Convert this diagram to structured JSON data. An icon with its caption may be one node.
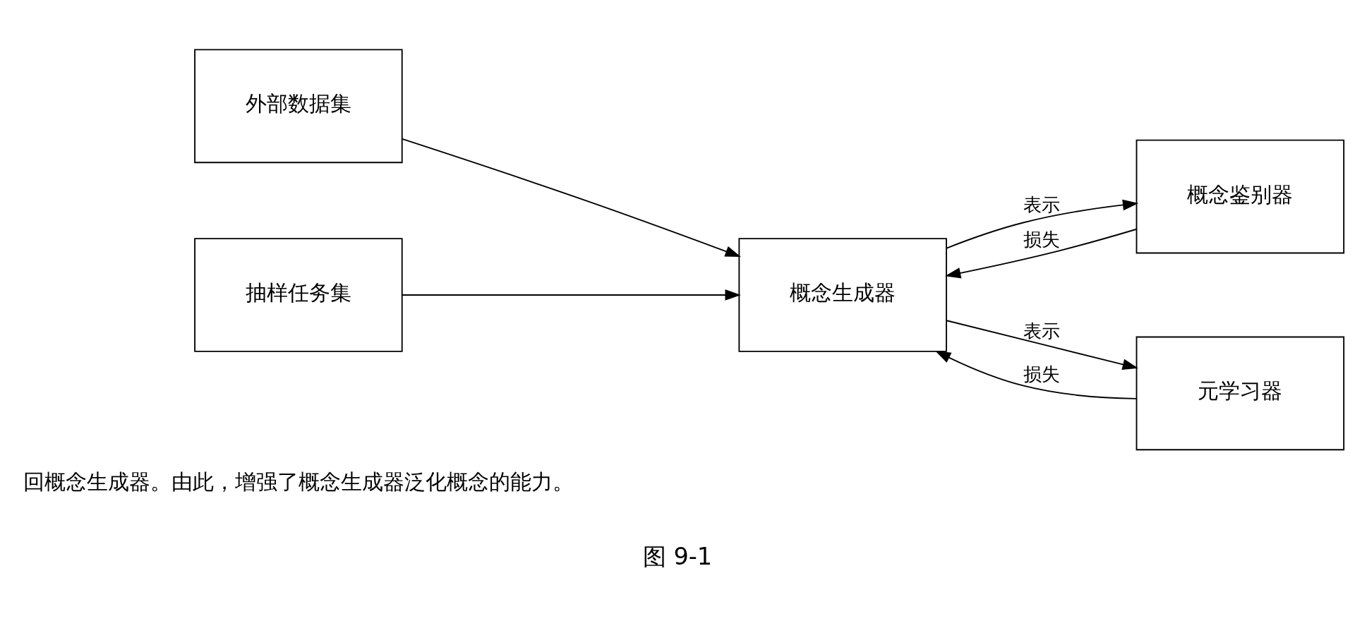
{
  "diagram": {
    "caption": "图 9-1",
    "nodes": [
      {
        "text": [
          "外部数据集"
        ]
      },
      {
        "text": [
          "概念鉴别器"
        ]
      },
      {
        "text": [
          "概念生成器"
        ]
      },
      {
        "text": [
          "抽样任务集"
        ]
      },
      {
        "text": [
          "元学习器"
        ]
      }
    ],
    "edges": [
      {
        "from": 0,
        "to": 2,
        "arrow": "to"
      },
      {
        "from": 2,
        "to": 1,
        "arrow": "to",
        "label": "表示"
      },
      {
        "from": 1,
        "to": 2,
        "arrow": "to",
        "label": "损失"
      },
      {
        "from": 3,
        "to": 2,
        "arrow": "to"
      },
      {
        "from": 2,
        "to": 4,
        "arrow": "to",
        "label": "表示"
      },
      {
        "from": 4,
        "to": 2,
        "arrow": "to",
        "label": "损失"
      }
    ],
    "labels": [
      "回概念生成器。由此，增强了概念生成器泛化概念的能力。"
    ]
  }
}
